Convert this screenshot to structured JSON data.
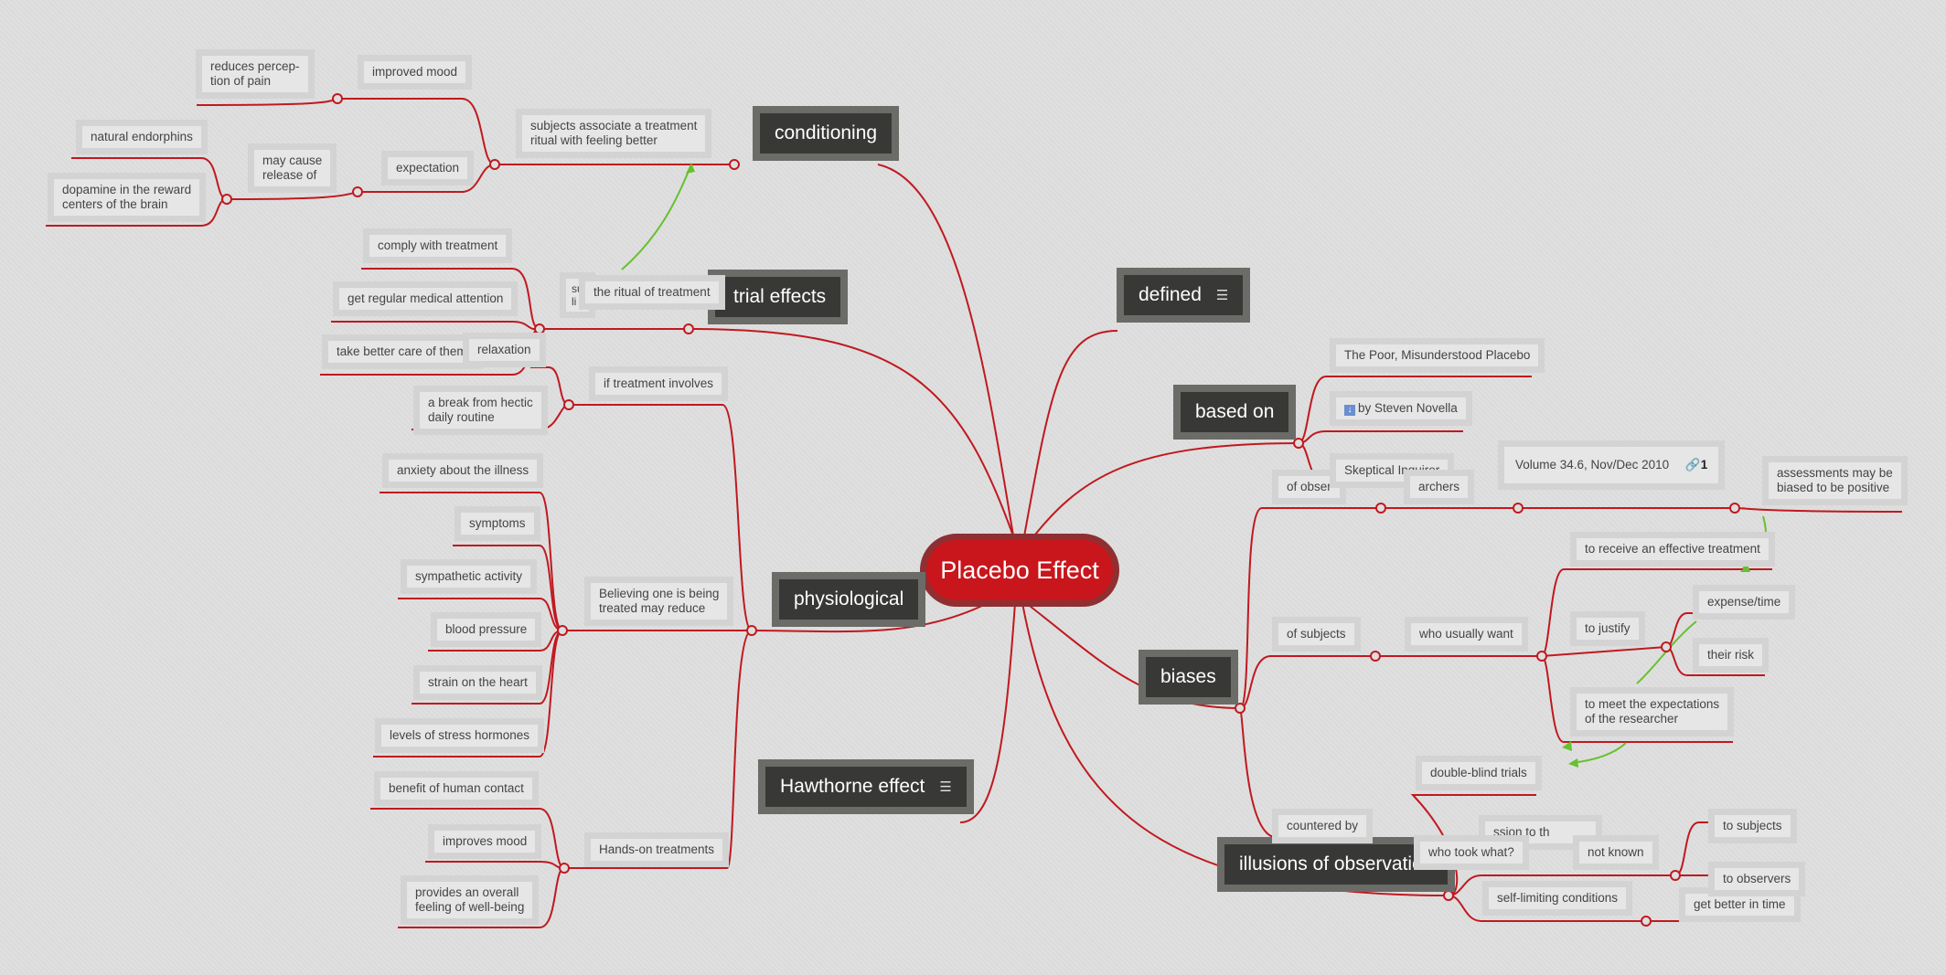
{
  "center": "Placebo Effect",
  "topics": {
    "conditioning": "conditioning",
    "trial_effects": "trial effects",
    "physiological": "physiological",
    "hawthorne": "Hawthorne effect",
    "defined": "defined",
    "based_on": "based on",
    "biases": "biases",
    "illusions": "illusions of observation"
  },
  "icons": {
    "note": "notes-icon",
    "download": "download-icon",
    "link": "link-icon"
  },
  "nodes": {
    "reduces_pain": "reduces percep-\ntion of pain",
    "improved_mood": "improved mood",
    "natural_endorphins": "natural endorphins",
    "may_cause": "may cause\nrelease of",
    "expectation": "expectation",
    "dopamine": "dopamine in the reward\ncenters of the brain",
    "subjects_associate": "subjects associate a treatment\nritual with feeling better",
    "comply": "comply with treatment",
    "regular_attention": "get regular medical attention",
    "take_better_care": "take better care of them",
    "relaxation": "relaxation",
    "sub_hidden": "su\nli",
    "ritual": "the ritual of treatment",
    "if_involves": "if treatment involves",
    "break_routine": "a break from hectic\ndaily routine",
    "anxiety": "anxiety about the illness",
    "symptoms": "symptoms",
    "sympathetic": "sympathetic activity",
    "blood_pressure": "blood pressure",
    "strain_heart": "strain on the heart",
    "stress_hormones": "levels of stress hormones",
    "believing": "Believing one is being\ntreated may reduce",
    "human_contact": "benefit of human contact",
    "improves_mood": "improves mood",
    "wellbeing": "provides an overall\nfeeling of well-being",
    "hands_on": "Hands-on treatments",
    "poor_placebo": "The Poor, Misunderstood Placebo",
    "novella": "by Steven Novella",
    "skeptical_inquirer": "Skeptical Inquirer",
    "volume": "Volume 34.6, Nov/Dec 2010",
    "link_count": "1",
    "of_observ": "of obser",
    "researchers": "archers",
    "assessments": "assessments may be\nbiased to be positive",
    "effective_treatment": "to receive an effective treatment",
    "of_subjects": "of subjects",
    "who_usually_want": "who usually want",
    "to_justify": "to justify",
    "expense_time": "expense/time",
    "their_risk": "their risk",
    "meet_expectations": "to meet the expectations\nof the researcher",
    "double_blind": "double-blind trials",
    "countered_by": "countered by",
    "who_took": "who took what?",
    "ssion_to": "ssion to th",
    "not_known": "not known",
    "to_subjects": "to subjects",
    "to_observers": "to observers",
    "self_limiting": "self-limiting conditions",
    "get_better": "get better in time"
  }
}
